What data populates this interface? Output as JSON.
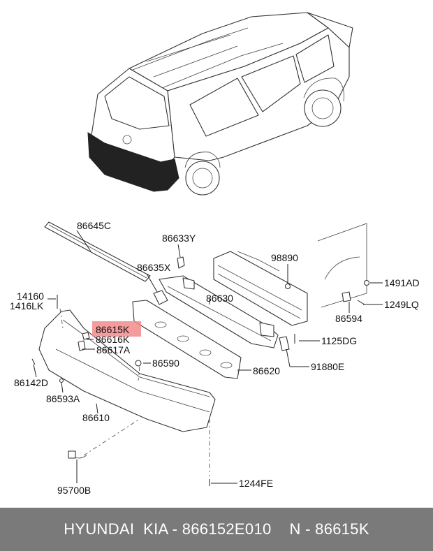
{
  "labels": {
    "l86645C": "86645C",
    "l86633Y": "86633Y",
    "l86635X": "86635X",
    "l98890": "98890",
    "l1491AD": "1491AD",
    "l14160": "14160",
    "l1416LK": "1416LK",
    "l86630": "86630",
    "l86615K": "86615K",
    "l86616K": "86616K",
    "l86617A": "86617A",
    "l1249LQ": "1249LQ",
    "l86594": "86594",
    "l1125DG": "1125DG",
    "l86590": "86590",
    "l91880E": "91880E",
    "l86620": "86620",
    "l86142D": "86142D",
    "l86593A": "86593A",
    "l86610": "86610",
    "l95700B": "95700B",
    "l1244FE": "1244FE"
  },
  "highlight_color": "#f28b8b",
  "footer": {
    "brand": "HYUNDAI  KIA - 866152E010",
    "part": "N - 86615K"
  }
}
